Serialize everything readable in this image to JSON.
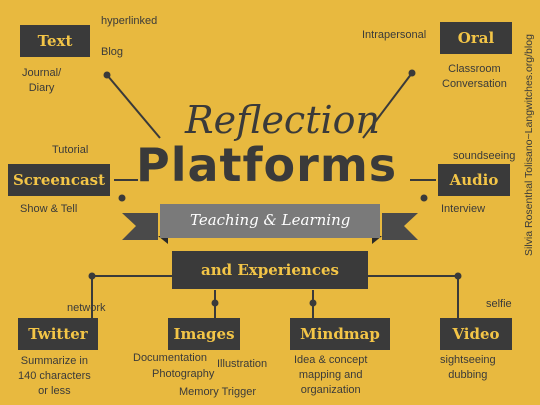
{
  "title": {
    "line1": "Reflection",
    "line2": "Platforms",
    "ribbon": "Teaching & Learning",
    "subtitle": "and Experiences"
  },
  "credit": "Silvia Rosenthal Tolisano~Langwitches.org/blog",
  "platforms": {
    "text": {
      "label": "Text",
      "notes": [
        "hyperlinked",
        "Blog",
        "Journal/\nDiary"
      ]
    },
    "oral": {
      "label": "Oral",
      "notes": [
        "Intrapersonal",
        "Classroom\nConversation"
      ]
    },
    "screencast": {
      "label": "Screencast",
      "notes": [
        "Tutorial",
        "Show & Tell"
      ]
    },
    "audio": {
      "label": "Audio",
      "notes": [
        "soundseeing",
        "Interview"
      ]
    },
    "twitter": {
      "label": "Twitter",
      "notes": [
        "network",
        "Summarize in\n140 characters\nor less"
      ]
    },
    "images": {
      "label": "Images",
      "notes": [
        "Documentation",
        "Photography",
        "Illustration",
        "Memory Trigger"
      ]
    },
    "mindmap": {
      "label": "Mindmap",
      "notes": [
        "Idea & concept\nmapping and\norganization"
      ]
    },
    "video": {
      "label": "Video",
      "notes": [
        "selfie",
        "sightseeing\ndubbing"
      ]
    }
  },
  "colors": {
    "background": "#e8b93f",
    "dark": "#3a3a3a",
    "accent": "#f3c547",
    "ribbon": "#7a7a7a"
  }
}
